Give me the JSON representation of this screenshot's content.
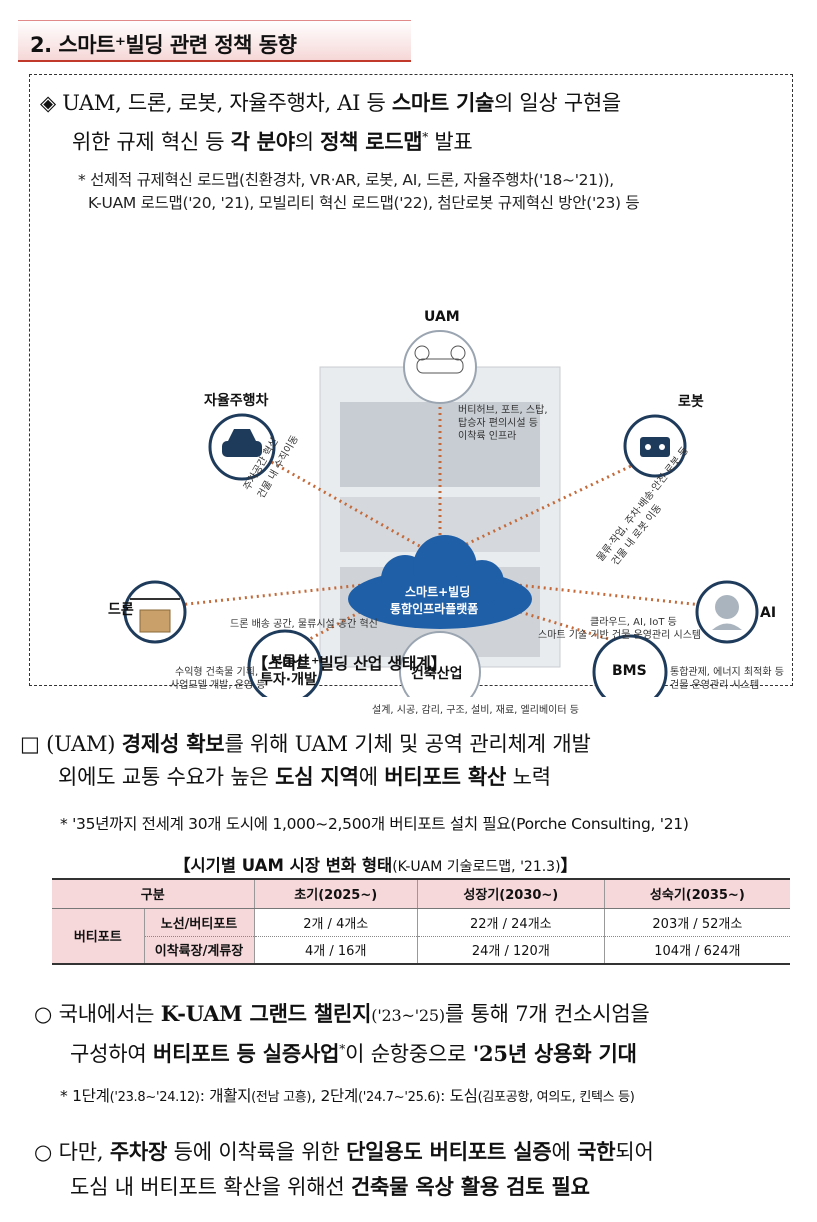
{
  "section": {
    "number": "2.",
    "title": "스마트⁺빌딩 관련 정책 동향"
  },
  "summary_box": {
    "bullet_symbol": "◈",
    "line1_a": "UAM, 드론, 로봇, 자율주행차, AI 등 ",
    "line1_b": "스마트 기술",
    "line1_c": "의 일상 구현을",
    "line2_a": "위한 규제 혁신 등 ",
    "line2_b": "각 분야",
    "line2_c": "의 ",
    "line2_d": "정책 로드맵",
    "line2_sup": "*",
    "line2_e": " 발표",
    "note_mark": "*",
    "note1": "선제적 규제혁신 로드맵(친환경차, VR·AR, 로봇, AI, 드론, 자율주행차('18~'21)),",
    "note2": "K-UAM 로드맵('20, '21), 모빌리티 혁신 로드맵('22), 첨단로봇 규제혁신 방안('23) 등"
  },
  "diagram": {
    "uam_label": "UAM",
    "uam_desc": [
      "버티허브, 포트, 스탑,",
      "탑승자 편의시설 등",
      "이착륙 인프라"
    ],
    "car_label": "자율주행차",
    "car_desc": [
      "주차공간 혁신",
      "건물 내 수직이동"
    ],
    "robot_label": "로봇",
    "robot_desc": [
      "물류·작업, 주차·배송·안전 로봇 등",
      "건물 내 로봇 이동"
    ],
    "drone_label": "드론",
    "drone_desc": "드론 배송 공간, 물류시설 공간 혁신",
    "ai_label": "AI",
    "ai_desc": [
      "클라우드, AI, IoT 등",
      "스마트 기술 기반 건물 운영관리 시스템"
    ],
    "center_line1": "스마트+빌딩",
    "center_line2": "통합인프라플랫폼",
    "realestate_line1": "부동산",
    "realestate_line2": "투자·개발",
    "realestate_desc": [
      "수익형 건축물 기획,",
      "사업모델 개발, 운영 등"
    ],
    "construction_label": "건축산업",
    "construction_desc": "설계, 시공, 감리, 구조, 설비, 재료, 엘리베이터 등",
    "bms_label": "BMS",
    "bms_desc": [
      "통합관제, 에너지 최적화 등",
      "건물 운영관리 시스템"
    ],
    "caption": "【스마트⁺빌딩 산업 생태계】"
  },
  "para1": {
    "checkbox": "□",
    "a": " (UAM) ",
    "b": "경제성 확보",
    "c": "를 위해 UAM 기체 및 공역 관리체계 개발",
    "d": "외에도 교통 수요가 높은 ",
    "e": "도심 지역",
    "f": "에 ",
    "g": "버티포트 확산",
    "h": " 노력",
    "note": "* '35년까지 전세계 30개 도시에 1,000~2,500개 버티포트 설치 필요(Porche Consulting, '21)"
  },
  "table": {
    "title": "【시기별 UAM 시장 변화 형태",
    "title_source": "(K-UAM 기술로드맵, '21.3)",
    "title_end": "】",
    "headers": [
      "구분",
      "초기(2025~)",
      "성장기(2030~)",
      "성숙기(2035~)"
    ],
    "group": "버티포트",
    "rows": [
      {
        "label": "노선/버티포트",
        "cells": [
          "2개 / 4개소",
          "22개 / 24개소",
          "203개 / 52개소"
        ]
      },
      {
        "label": "이착륙장/계류장",
        "cells": [
          "4개 / 16개",
          "24개 / 120개",
          "104개 / 624개"
        ]
      }
    ]
  },
  "para2": {
    "bullet": "○",
    "a": "국내에서는 ",
    "b": "K-UAM 그랜드 챌린지",
    "c": "('23~'25)",
    "d": "를 통해 7개 컨소시엄을",
    "e": "구성하여 ",
    "f": "버티포트 등 실증사업",
    "sup": "*",
    "g": "이 순항중으로 ",
    "h": "'25년 상용화 기대",
    "note_a": "* 1단계",
    "note_b": "('23.8~'24.12)",
    "note_c": ": 개활지",
    "note_d": "(전남 고흥)",
    "note_e": ", 2단계",
    "note_f": "('24.7~'25.6)",
    "note_g": ": 도심",
    "note_h": "(김포공항, 여의도, 킨텍스 등)"
  },
  "para3": {
    "bullet": "○",
    "a": "다만, ",
    "b": "주차장",
    "c": " 등에 이착륙을 위한 ",
    "d": "단일용도 버티포트 실증",
    "e": "에 ",
    "f": "국한",
    "g": "되어",
    "h": "도심 내 버티포트 확산을 위해선 ",
    "i": "건축물 옥상 활용 검토 필요"
  },
  "colors": {
    "title_underline": "#c0392b",
    "table_header_bg": "#f6d7da",
    "cloud": "#1f5fa8",
    "dotted_line": "#c46a3a"
  }
}
